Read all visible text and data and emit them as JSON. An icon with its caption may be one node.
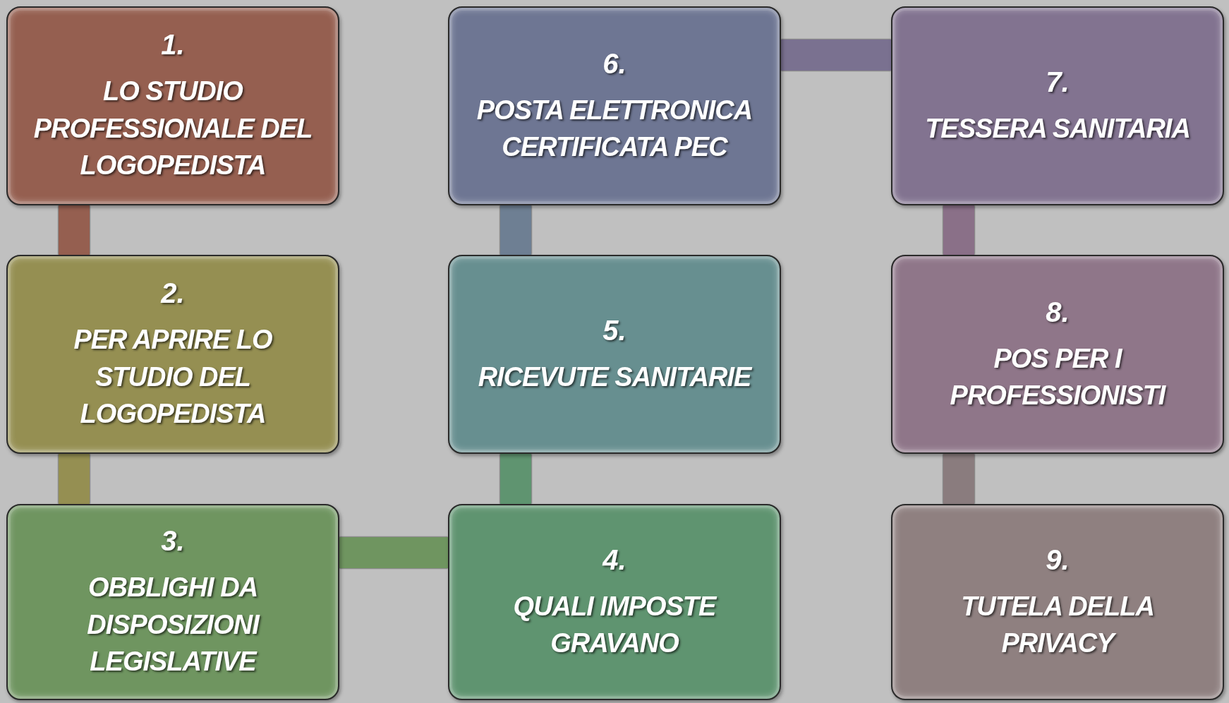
{
  "diagram": {
    "nodes": [
      {
        "text": [
          "1.",
          "LO STUDIO PROFESSIONALE DEL LOGOPEDISTA"
        ]
      },
      {
        "text": [
          "2.",
          "PER APRIRE LO STUDIO DEL LOGOPEDISTA"
        ]
      },
      {
        "text": [
          "3.",
          "OBBLIGHI DA DISPOSIZIONI LEGISLATIVE"
        ]
      },
      {
        "text": [
          "4.",
          "QUALI IMPOSTE GRAVANO"
        ]
      },
      {
        "text": [
          "5.",
          "RICEVUTE SANITARIE"
        ]
      },
      {
        "text": [
          "6.",
          "POSTA ELETTRONICA CERTIFICATA PEC"
        ]
      },
      {
        "text": [
          "7.",
          "TESSERA SANITARIA"
        ]
      },
      {
        "text": [
          "8.",
          "POS PER I PROFESSIONISTI"
        ]
      },
      {
        "text": [
          "9.",
          "TUTELA DELLA PRIVACY"
        ]
      }
    ],
    "edges": [
      {
        "from": 0,
        "to": 1,
        "arrow": "none",
        "color": "#955f50"
      },
      {
        "from": 1,
        "to": 2,
        "arrow": "none",
        "color": "#958f52"
      },
      {
        "from": 2,
        "to": 3,
        "arrow": "none",
        "color": "#6f9560"
      },
      {
        "from": 3,
        "to": 4,
        "arrow": "none",
        "color": "#5f9470"
      },
      {
        "from": 4,
        "to": 5,
        "arrow": "none",
        "color": "#6e7f93"
      },
      {
        "from": 5,
        "to": 6,
        "arrow": "none",
        "color": "#7a7190"
      },
      {
        "from": 6,
        "to": 7,
        "arrow": "none",
        "color": "#8a7088"
      },
      {
        "from": 7,
        "to": 8,
        "arrow": "none",
        "color": "#8a7c7e"
      }
    ]
  }
}
